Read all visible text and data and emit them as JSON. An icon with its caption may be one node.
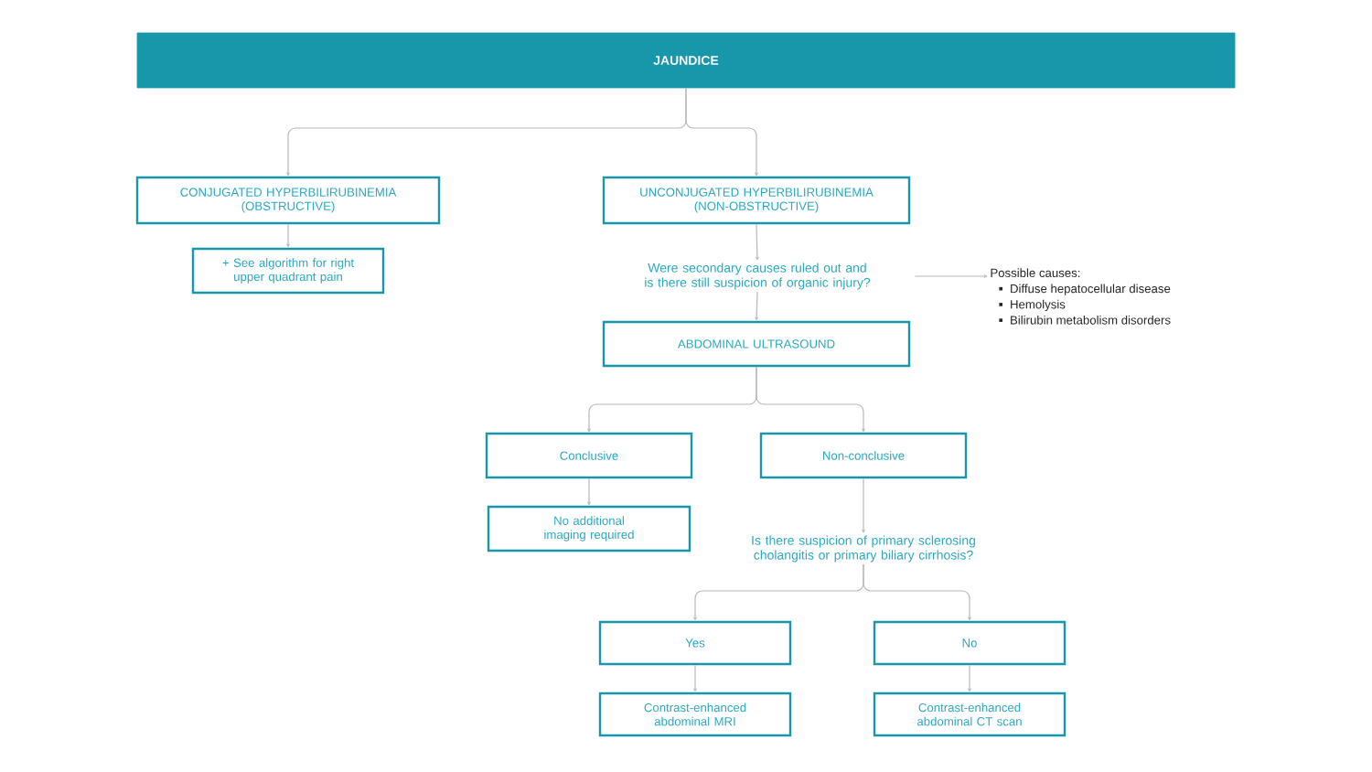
{
  "diagram": {
    "nodes": [
      {
        "text": [
          "JAUNDICE"
        ]
      },
      {
        "text": [
          "CONJUGATED HYPERBILIRUBINEMIA (OBSTRUCTIVE)"
        ]
      },
      {
        "text": [
          "+ See algorithm for right upper quadrant pain"
        ]
      },
      {
        "text": [
          "UNCONJUGATED HYPERBILIRUBINEMIA (NON-OBSTRUCTIVE)"
        ]
      },
      {
        "text": [
          "Were secondary causes ruled out and is there still suspicion of organic injury?"
        ]
      },
      {
        "text": [
          "Possible causes:",
          "Diffuse hepatocellular disease",
          "Hemolysis",
          "Bilirubin metabolism disorders"
        ]
      },
      {
        "text": [
          "ABDOMINAL ULTRASOUND"
        ]
      },
      {
        "text": [
          "Conclusive"
        ]
      },
      {
        "text": [
          "Non-conclusive"
        ]
      },
      {
        "text": [
          "No additional imaging required"
        ]
      },
      {
        "text": [
          "Is there suspicion of primary sclerosing cholangitis or primary biliary cirrhosis?"
        ]
      },
      {
        "text": [
          "Yes"
        ]
      },
      {
        "text": [
          "No"
        ]
      },
      {
        "text": [
          "Contrast-enhanced abdominal MRI"
        ]
      },
      {
        "text": [
          "Contrast-enhanced abdominal CT scan"
        ]
      }
    ],
    "edges": [
      {
        "from": 0,
        "to": 1,
        "arrow": "to"
      },
      {
        "from": 0,
        "to": 3,
        "arrow": "to"
      },
      {
        "from": 1,
        "to": 2,
        "arrow": "to"
      },
      {
        "from": 3,
        "to": 4,
        "arrow": "to"
      },
      {
        "from": 4,
        "to": 5,
        "arrow": "to"
      },
      {
        "from": 4,
        "to": 6,
        "arrow": "to"
      },
      {
        "from": 6,
        "to": 7,
        "arrow": "to"
      },
      {
        "from": 6,
        "to": 8,
        "arrow": "to"
      },
      {
        "from": 7,
        "to": 9,
        "arrow": "to"
      },
      {
        "from": 8,
        "to": 10,
        "arrow": "to"
      },
      {
        "from": 10,
        "to": 11,
        "arrow": "to"
      },
      {
        "from": 10,
        "to": 12,
        "arrow": "to"
      },
      {
        "from": 11,
        "to": 13,
        "arrow": "to"
      },
      {
        "from": 12,
        "to": 14,
        "arrow": "to"
      }
    ]
  }
}
